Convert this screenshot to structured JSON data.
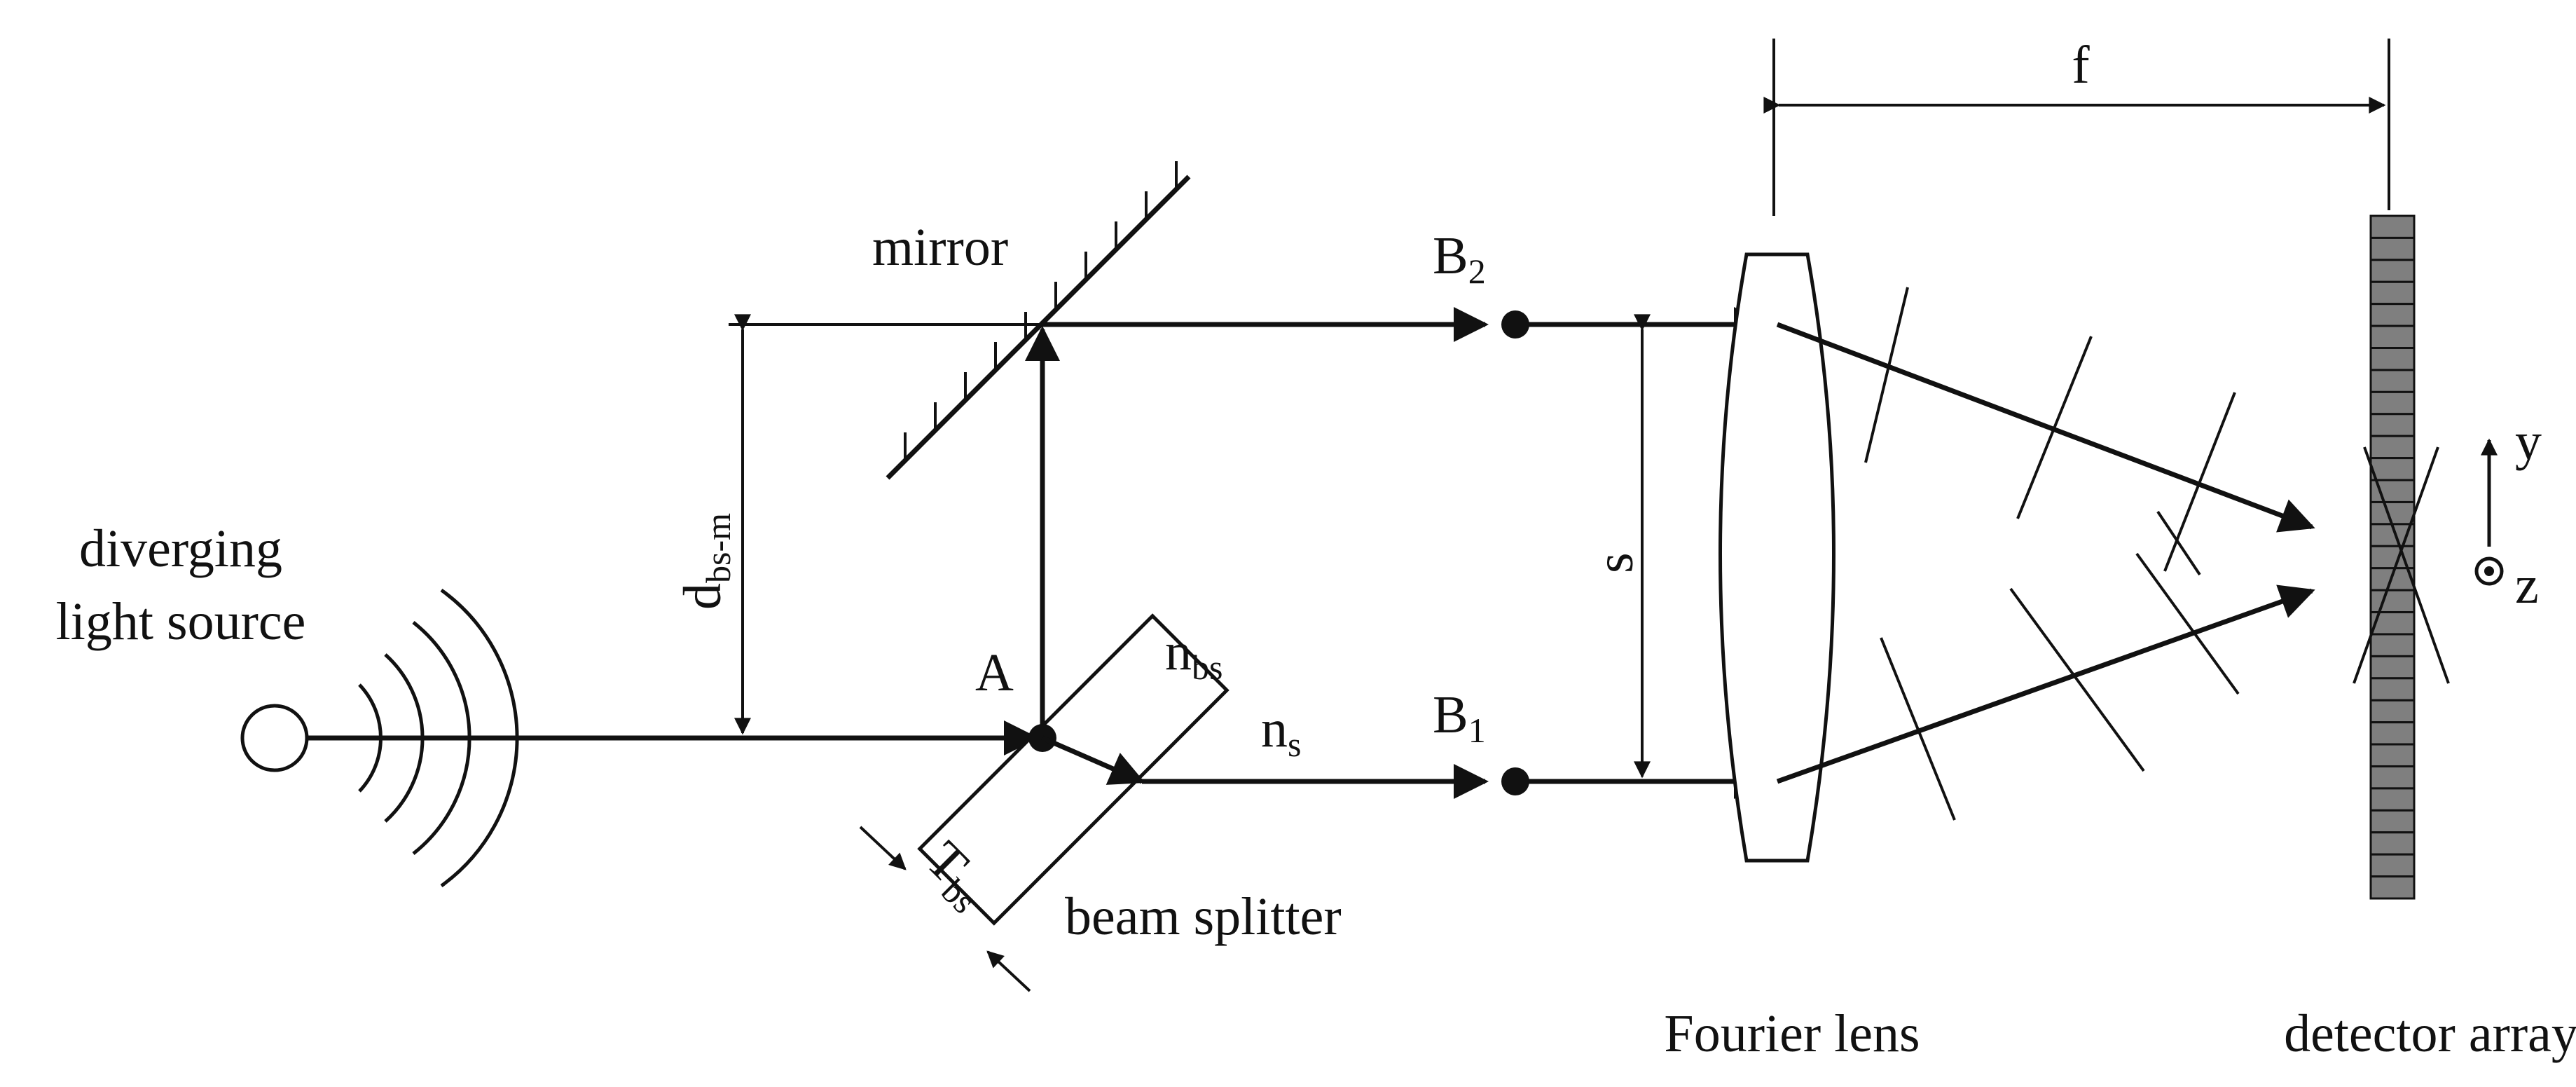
{
  "labels": {
    "mirror": "mirror",
    "source_line1": "diverging",
    "source_line2": "light source",
    "point_a": "A",
    "b1_main": "B",
    "b1_sub": "1",
    "b2_main": "B",
    "b2_sub": "2",
    "nbs_main": "n",
    "nbs_sub": "bs",
    "ns_main": "n",
    "ns_sub": "s",
    "dbsm_main": "d",
    "dbsm_sub": "bs-m",
    "tbs_main": "T",
    "tbs_sub": "bs",
    "beam_splitter": "beam splitter",
    "s": "s",
    "f": "f",
    "fourier_lens": "Fourier lens",
    "detector_array": "detector array",
    "axis_y": "y",
    "axis_z": "z"
  },
  "detector": {
    "cells": 31,
    "fill_color": "#7f7f7f"
  },
  "colors": {
    "line": "#111111",
    "background": "#ffffff"
  }
}
